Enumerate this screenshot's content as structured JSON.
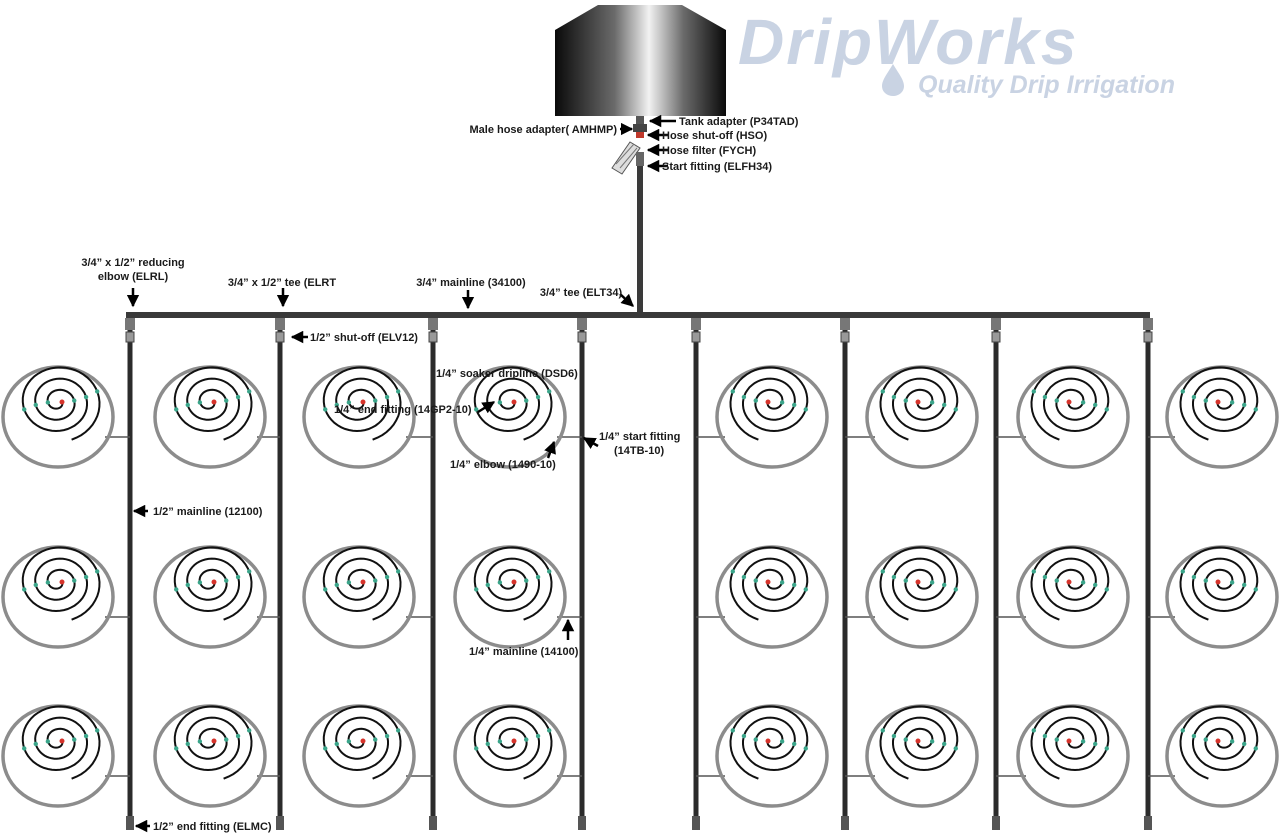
{
  "brand": {
    "name": "DripWorks",
    "tagline": "Quality Drip Irrigation",
    "color": "#c9d3e3"
  },
  "colors": {
    "pipe": "#2b2b2b",
    "ring": "#8c8c8c",
    "emitter": "#3aa58a",
    "end_cap": "#d6332b"
  },
  "labels": {
    "tank_adapter": "Tank adapter (P34TAD)",
    "male_hose_adapter": "Male hose adapter( AMHMP)",
    "hose_shutoff": "Hose shut-off (HSO)",
    "hose_filter": "Hose filter (FYCH)",
    "start_fitting": "Start fitting (ELFH34)",
    "reducing_elbow_line1": "3/4” x 1/2” reducing",
    "reducing_elbow_line2": "elbow (ELRL)",
    "reducing_tee": "3/4” x 1/2” tee (ELRT",
    "mainline_34": "3/4” mainline (34100)",
    "tee_34": "3/4” tee (ELT34)",
    "shutoff_12": "1/2” shut-off (ELV12)",
    "soaker_dripline": "1/4” soaker dripline (DSD6)",
    "end_fitting_14": "1/4” end fitting (14GP2-10)",
    "start_fitting_14_line1": "1/4” start fitting",
    "start_fitting_14_line2": "(14TB-10)",
    "elbow_14": "1/4” elbow (1490-10)",
    "mainline_12": "1/2” mainline (12100)",
    "mainline_14": "1/4” mainline (14100)",
    "end_fitting_12": "1/2” end fitting (ELMC)"
  }
}
